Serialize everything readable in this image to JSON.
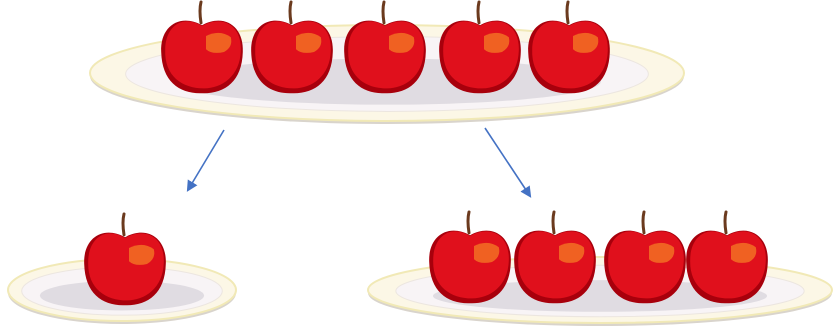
{
  "diagram": {
    "kind": "apple-partition",
    "total_apples": 5,
    "parts": [
      1,
      4
    ]
  },
  "plates": {
    "top": {
      "apples": 5
    },
    "bottom_left": {
      "apples": 1
    },
    "bottom_right": {
      "apples": 4
    }
  },
  "colors": {
    "plate_rim": "#FCF7E6",
    "plate_rim_edge": "#F1E9B6",
    "plate_fill": "#F8F4F6",
    "plate_shadow": "#D8D4DB",
    "plate_outline": "#D9D4CC",
    "apple_red": "#E0101C",
    "apple_dark": "#A8000C",
    "apple_highlight": "#F26A24",
    "apple_stem": "#6B3A1E",
    "arrow": "#4472C4"
  },
  "icons": {
    "apple": "apple-icon",
    "plate": "plate-icon",
    "arrow": "arrow-icon"
  }
}
